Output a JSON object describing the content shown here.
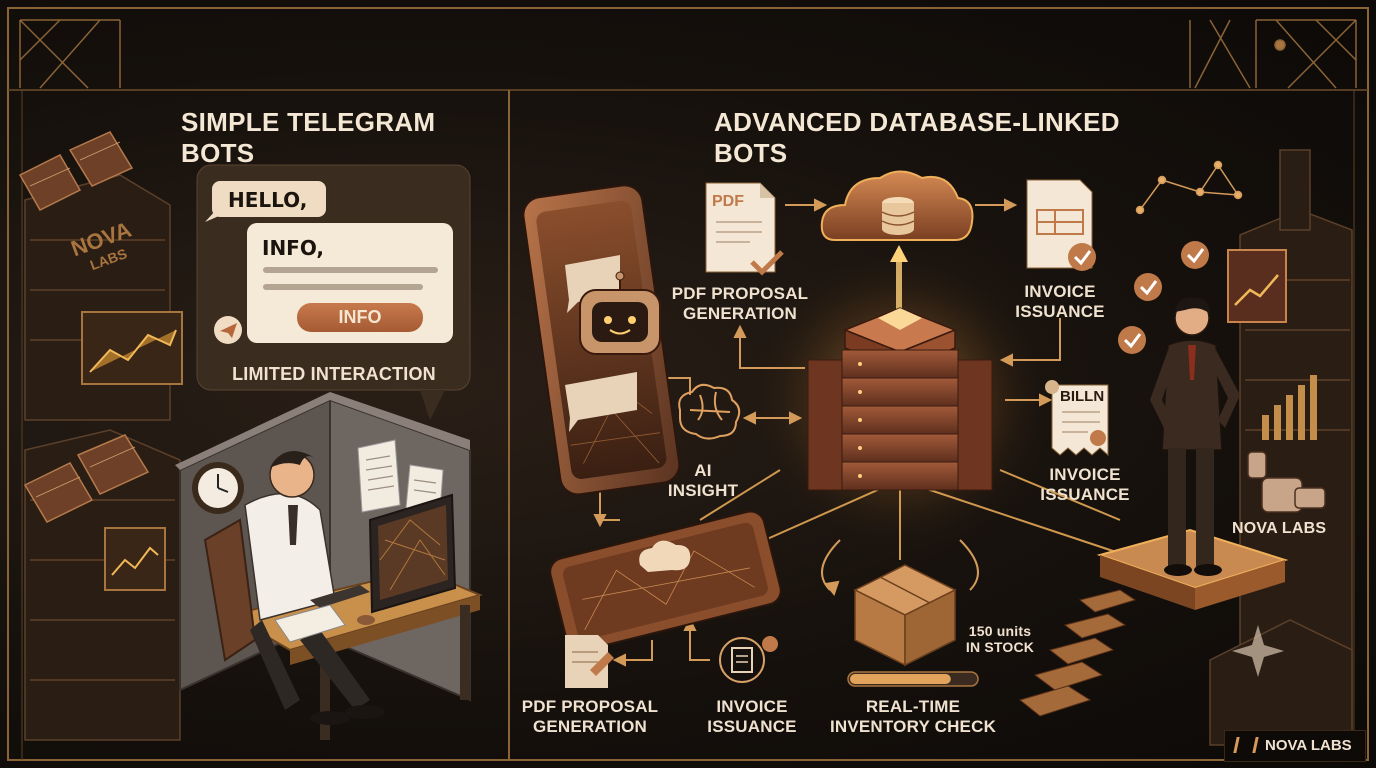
{
  "left_panel": {
    "title": "SIMPLE TELEGRAM BOTS",
    "chat": {
      "greeting": "HELLO,",
      "reply_title": "INFO,",
      "button_label": "INFO",
      "caption": "LIMITED INTERACTION"
    },
    "building_sign": {
      "line1": "NOVA",
      "line2": "LABS"
    }
  },
  "right_panel": {
    "title": "ADVANCED DATABASE-LINKED BOTS",
    "pdf_icon_text": "PDF",
    "labels": {
      "pdf_top": "PDF PROPOSAL\nGENERATION",
      "invoice_top": "INVOICE\nISSUANCE",
      "bill_doc": "BILLN",
      "invoice_right": "INVOICE\nISSUANCE",
      "ai": "AI\nINSIGHT",
      "pdf_bottom": "PDF PROPOSAL\nGENERATION",
      "invoice_bottom": "INVOICE\nISSUANCE",
      "inventory": "REAL-TIME\nINVENTORY CHECK",
      "stock": "150 units\nIN STOCK",
      "pedestal_brand": "NOVA LABS"
    }
  },
  "footer_logo": {
    "text": "NOVA LABS"
  },
  "colors": {
    "background": "#120e0b",
    "frame_gold": "#8a6336",
    "accent_copper": "#c07a4a",
    "glow": "#ffc66b",
    "text": "#f0e2cf"
  },
  "inventory_progress": 0.8
}
